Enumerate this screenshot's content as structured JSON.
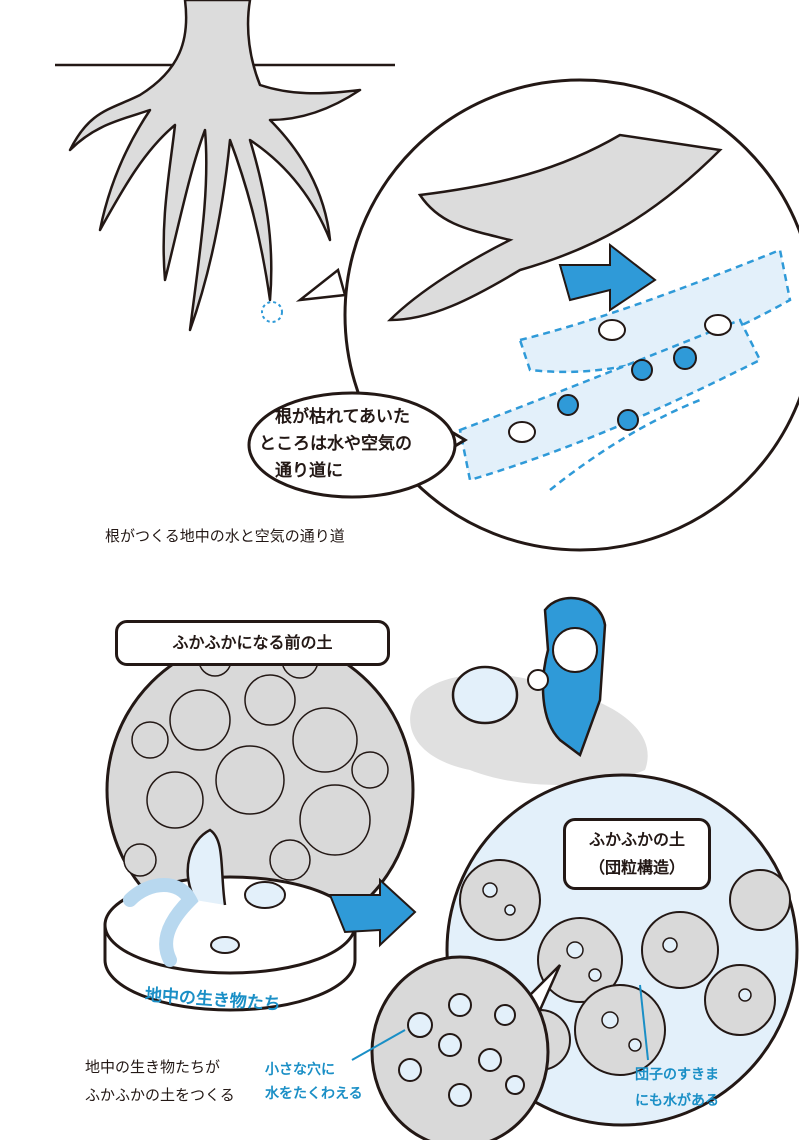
{
  "top_panel": {
    "speech_bubble": [
      "根が枯れてあいた",
      "ところは水や空気の",
      "通り道に"
    ],
    "caption": "根がつくる地中の水と空気の通り道"
  },
  "bottom_panel": {
    "before_label": "ふかふかになる前の土",
    "after_label_line1": "ふかふかの土",
    "after_label_line2": "（団粒構造）",
    "creatures_label": "地中の生き物たち",
    "caption": [
      "地中の生き物たちが",
      "ふかふかの土をつくる"
    ],
    "hole_note": [
      "小さな穴に",
      "水をたくわえる"
    ],
    "gap_note": [
      "団子のすきま",
      "にも水がある"
    ]
  },
  "colors": {
    "accent_blue": "#2f9ad8",
    "water": "#e3f0fa",
    "gray": "#d9d9d9",
    "line": "#231815"
  }
}
